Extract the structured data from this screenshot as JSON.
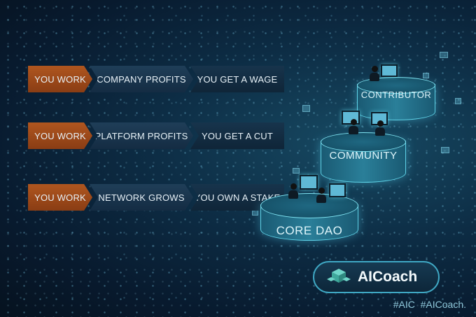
{
  "rows": [
    {
      "work": "YOU WORK",
      "mid": "COMPANY PROFITS",
      "result": "YOU GET A WAGE"
    },
    {
      "work": "YOU WORK",
      "mid": "PLATFORM PROFITS",
      "result": "YOU GET A CUT"
    },
    {
      "work": "YOU WORK",
      "mid": "NETWORK GROWS",
      "result": "YOU OWN A STAKE"
    }
  ],
  "tiers": {
    "top": "CONTRIBUTOR",
    "middle": "COMMUNITY",
    "bottom": "CORE DAO"
  },
  "brand": {
    "name": "AICoach",
    "hashtags": "#AIC  #AICoach."
  },
  "colors": {
    "work": "#a14a1a",
    "segment": "#1a3650",
    "accent": "#5fd3e8",
    "background": "#0b2236"
  }
}
